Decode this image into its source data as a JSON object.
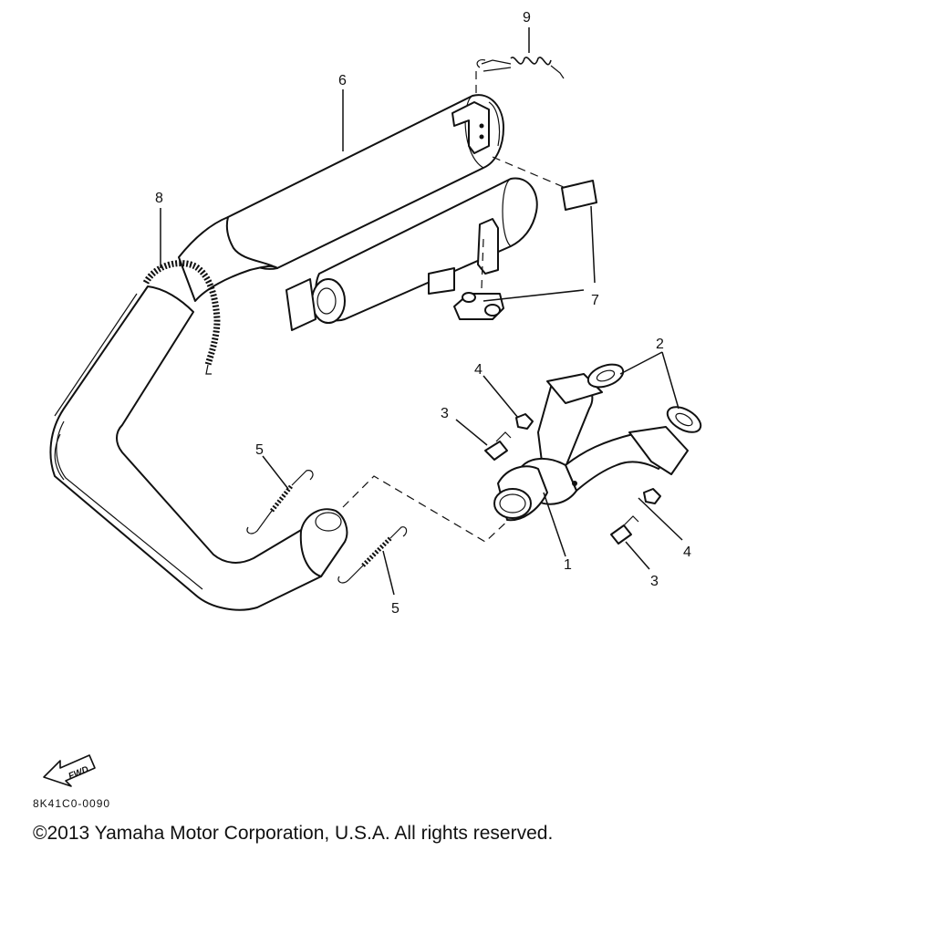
{
  "callouts": {
    "c1": "1",
    "c2": "2",
    "c3a": "3",
    "c3b": "3",
    "c4a": "4",
    "c4b": "4",
    "c5a": "5",
    "c5b": "5",
    "c6": "6",
    "c7": "7",
    "c8": "8",
    "c9": "9"
  },
  "fwd_label": "FWD",
  "diagram_code": "8K41C0-0090",
  "copyright": "©2013 Yamaha Motor Corporation, U.S.A. All rights reserved."
}
